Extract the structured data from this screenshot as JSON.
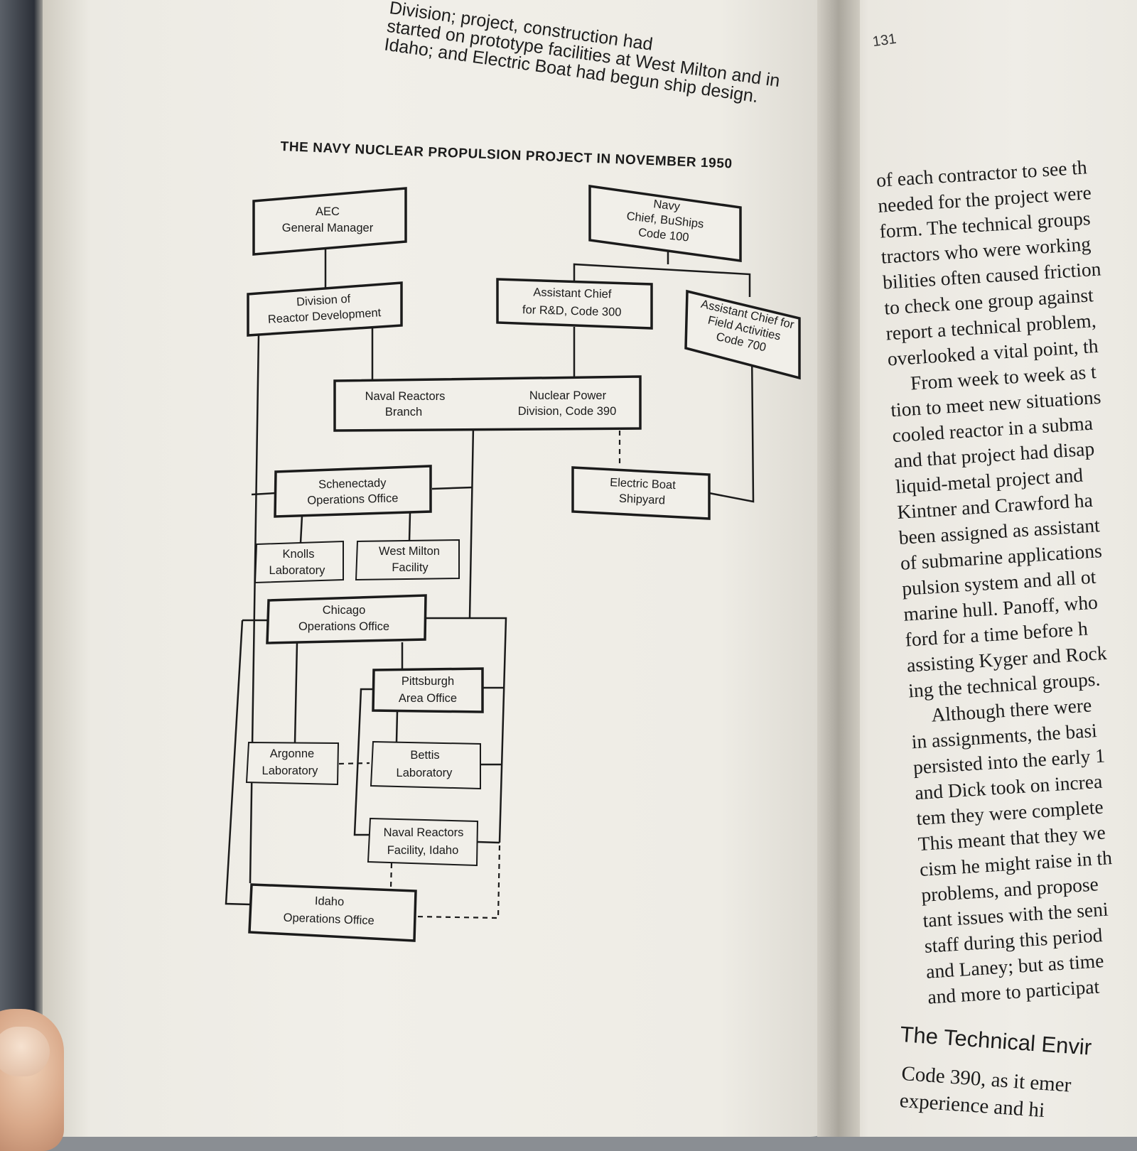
{
  "top_text": [
    "Division; project, construction had",
    "started on prototype facilities at West Milton and in",
    "Idaho; and Electric Boat had begun ship design."
  ],
  "chart": {
    "title": "THE NAVY NUCLEAR PROPULSION PROJECT IN NOVEMBER 1950",
    "boxes": {
      "aec": [
        "AEC",
        "General Manager"
      ],
      "navy": [
        "Navy",
        "Chief, BuShips",
        "Code 100"
      ],
      "division": [
        "Division of",
        "Reactor Development"
      ],
      "asst_rd": [
        "Assistant Chief",
        "for R&D, Code 300"
      ],
      "asst_field": [
        "Assistant Chief for",
        "Field Activities",
        "Code 700"
      ],
      "naval_reactors_branch": [
        "Naval Reactors",
        "Branch"
      ],
      "nuclear_power_division": [
        "Nuclear Power",
        "Division, Code 390"
      ],
      "schenectady": [
        "Schenectady",
        "Operations Office"
      ],
      "electric_boat": [
        "Electric Boat",
        "Shipyard"
      ],
      "knolls": [
        "Knolls",
        "Laboratory"
      ],
      "west_milton": [
        "West Milton",
        "Facility"
      ],
      "chicago": [
        "Chicago",
        "Operations Office"
      ],
      "pittsburgh": [
        "Pittsburgh",
        "Area Office"
      ],
      "argonne": [
        "Argonne",
        "Laboratory"
      ],
      "bettis": [
        "Bettis",
        "Laboratory"
      ],
      "nrf_idaho": [
        "Naval Reactors",
        "Facility, Idaho"
      ],
      "idaho": [
        "Idaho",
        "Operations Office"
      ]
    }
  },
  "page_number": "131",
  "body_lines": [
    "of each contractor to see th",
    "needed for the project were",
    "form. The technical groups",
    "tractors who were working",
    "bilities often caused friction",
    "to check one group against",
    "report a technical problem,",
    "overlooked a vital point, th",
    "From week to week as t",
    "tion to meet new situations",
    "cooled reactor in a subma",
    "and that project had disap",
    "liquid-metal project and",
    "Kintner and Crawford ha",
    "been assigned as assistant",
    "of submarine applications",
    "pulsion system and all ot",
    "marine hull. Panoff, who",
    "ford for a time before h",
    "assisting Kyger and Rock",
    "ing the technical groups.",
    "Although there were",
    "in assignments, the basi",
    "persisted into the early 1",
    "and Dick took on increa",
    "tem they were complete",
    "This meant that they we",
    "cism he might raise in th",
    "problems, and propose",
    "tant issues with the seni",
    "staff during this period",
    "and Laney; but as time",
    "and more to participat"
  ],
  "section_heading": "The Technical Envir",
  "section_lines": [
    "Code 390, as it emer",
    "experience and hi"
  ],
  "colors": {
    "paper": "#efede7",
    "ink": "#1b1b1b"
  }
}
